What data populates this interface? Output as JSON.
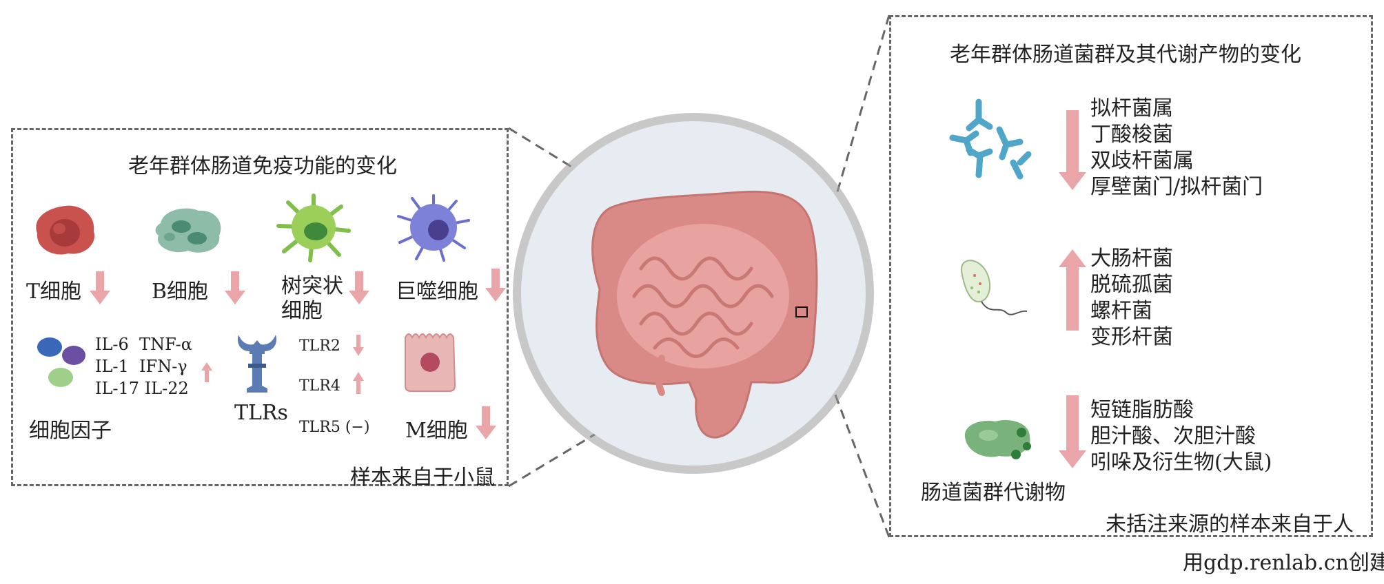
{
  "left_panel": {
    "title": "老年群体肠道免疫功能的变化",
    "cells": [
      {
        "label": "T细胞",
        "trend": "down"
      },
      {
        "label": "B细胞",
        "trend": "down"
      },
      {
        "label_line1": "树突状",
        "label_line2": "细胞",
        "trend": "down"
      },
      {
        "label": "巨噬细胞",
        "trend": "down"
      }
    ],
    "cytokines": {
      "rows": [
        "IL-6  TNF-α",
        "IL-1  IFN-γ",
        "IL-17 IL-22"
      ],
      "label": "细胞因子",
      "trend": "up"
    },
    "tlrs": {
      "label": "TLRs",
      "items": [
        {
          "name": "TLR2",
          "trend": "down"
        },
        {
          "name": "TLR4",
          "trend": "up"
        },
        {
          "name": "TLR5 (−)",
          "trend": "none"
        }
      ]
    },
    "m_cell": {
      "label": "M细胞",
      "trend": "down"
    },
    "footnote": "样本来自于小鼠"
  },
  "right_panel": {
    "title": "老年群体肠道菌群及其代谢产物的变化",
    "group_down": {
      "items": [
        "拟杆菌属",
        "丁酸梭菌",
        "双歧杆菌属",
        "厚壁菌门/拟杆菌门"
      ],
      "trend": "down"
    },
    "group_up": {
      "items": [
        "大肠杆菌",
        "脱硫孤菌",
        "螺杆菌",
        "变形杆菌"
      ],
      "trend": "up"
    },
    "group_metabolites": {
      "items": [
        "短链脂肪酸",
        "胆汁酸、次胆汁酸",
        "吲哚及衍生物(大鼠)"
      ],
      "trend": "down",
      "label": "肠道菌群代谢物"
    },
    "footnote": "未括注来源的样本来自于人"
  },
  "credit": "用gdp.renlab.cn创建",
  "colors": {
    "arrow": "#e9a5a8",
    "border": "#666666",
    "intestine": "#d98a87",
    "circle_fill": "#e6ecf2"
  }
}
